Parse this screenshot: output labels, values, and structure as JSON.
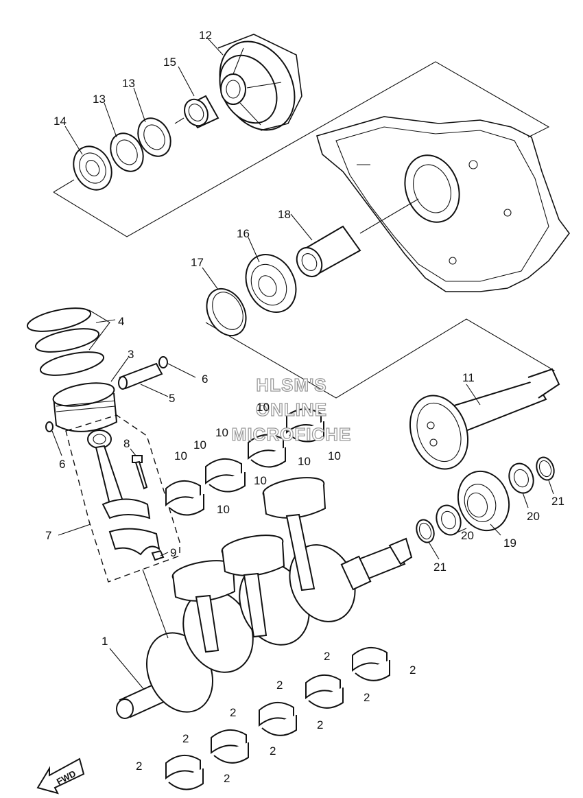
{
  "watermark": {
    "line1": "HLSM'S",
    "line2": "ONLINE",
    "line3": "MICROFICHE"
  },
  "fwd_label": "FWD",
  "callouts": [
    {
      "id": "c12",
      "label": "12"
    },
    {
      "id": "c15",
      "label": "15"
    },
    {
      "id": "c13a",
      "label": "13"
    },
    {
      "id": "c13b",
      "label": "13"
    },
    {
      "id": "c14",
      "label": "14"
    },
    {
      "id": "c18",
      "label": "18"
    },
    {
      "id": "c16",
      "label": "16"
    },
    {
      "id": "c17",
      "label": "17"
    },
    {
      "id": "c4",
      "label": "4"
    },
    {
      "id": "c3",
      "label": "3"
    },
    {
      "id": "c6a",
      "label": "6"
    },
    {
      "id": "c5",
      "label": "5"
    },
    {
      "id": "c6b",
      "label": "6"
    },
    {
      "id": "c8",
      "label": "8"
    },
    {
      "id": "c7",
      "label": "7"
    },
    {
      "id": "c9",
      "label": "9"
    },
    {
      "id": "c10a",
      "label": "10"
    },
    {
      "id": "c10b",
      "label": "10"
    },
    {
      "id": "c10c",
      "label": "10"
    },
    {
      "id": "c10d",
      "label": "10"
    },
    {
      "id": "c10e",
      "label": "10"
    },
    {
      "id": "c10f",
      "label": "10"
    },
    {
      "id": "c10g",
      "label": "10"
    },
    {
      "id": "c10h",
      "label": "10"
    },
    {
      "id": "c11",
      "label": "11"
    },
    {
      "id": "c21a",
      "label": "21"
    },
    {
      "id": "c20a",
      "label": "20"
    },
    {
      "id": "c19",
      "label": "19"
    },
    {
      "id": "c20b",
      "label": "20"
    },
    {
      "id": "c21b",
      "label": "21"
    },
    {
      "id": "c1",
      "label": "1"
    },
    {
      "id": "c2a",
      "label": "2"
    },
    {
      "id": "c2b",
      "label": "2"
    },
    {
      "id": "c2c",
      "label": "2"
    },
    {
      "id": "c2d",
      "label": "2"
    },
    {
      "id": "c2e",
      "label": "2"
    },
    {
      "id": "c2f",
      "label": "2"
    },
    {
      "id": "c2g",
      "label": "2"
    },
    {
      "id": "c2h",
      "label": "2"
    },
    {
      "id": "c2i",
      "label": "2"
    },
    {
      "id": "c2j",
      "label": "2"
    }
  ]
}
